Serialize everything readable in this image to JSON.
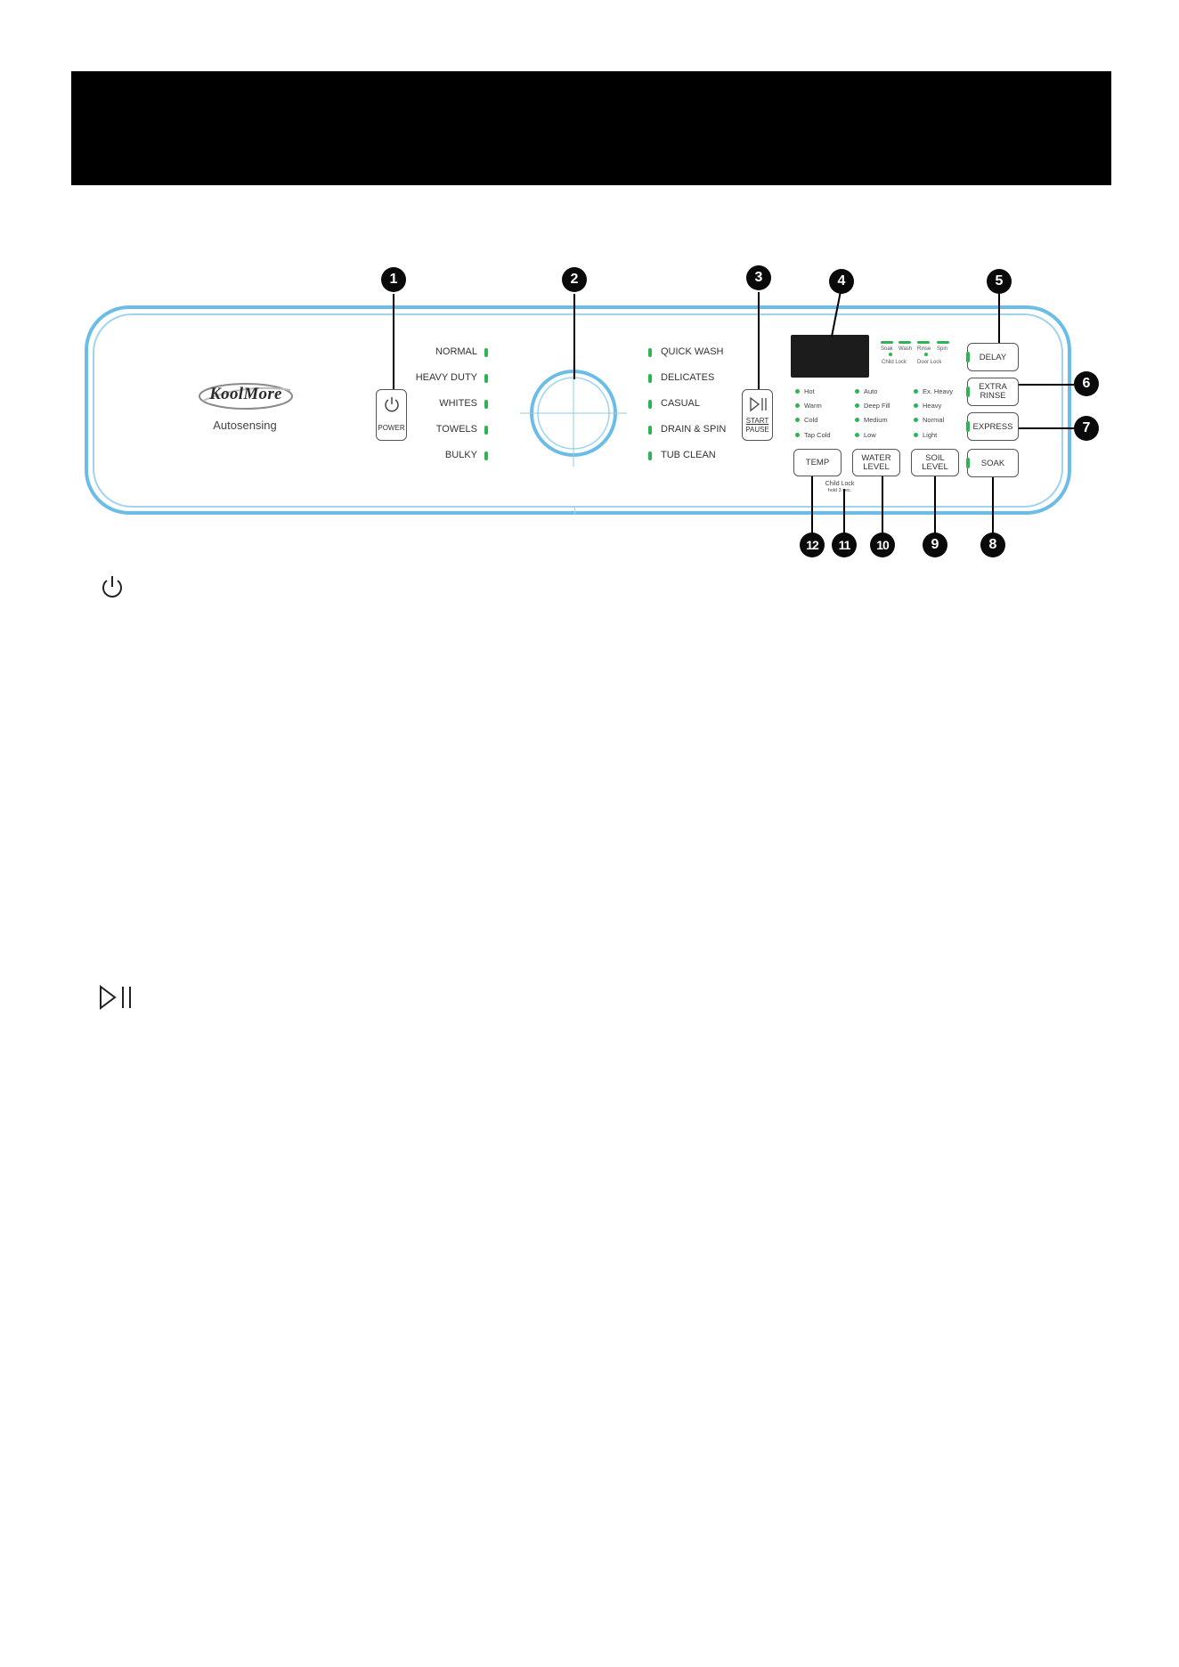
{
  "brand": {
    "name": "KoolMore",
    "subtitle": "Autosensing"
  },
  "programs_left": [
    "NORMAL",
    "HEAVY DUTY",
    "WHITES",
    "TOWELS",
    "BULKY"
  ],
  "programs_right": [
    "QUICK WASH",
    "DELICATES",
    "CASUAL",
    "DRAIN & SPIN",
    "TUB CLEAN"
  ],
  "buttons": {
    "power": "POWER",
    "start_line1": "START",
    "start_line2": "PAUSE",
    "delay": "DELAY",
    "extra_rinse_1": "EXTRA",
    "extra_rinse_2": "RINSE",
    "express": "EXPRESS",
    "soak": "SOAK",
    "temp": "TEMP",
    "water_1": "WATER",
    "water_2": "LEVEL",
    "soil_1": "SOIL",
    "soil_2": "LEVEL"
  },
  "stages": [
    "Soak",
    "Wash",
    "Rinse",
    "Spin"
  ],
  "locks": [
    "Child Lock",
    "Door Lock"
  ],
  "temp_options": [
    "Hot",
    "Warm",
    "Cold",
    "Tap Cold"
  ],
  "water_options": [
    "Auto",
    "Deep Fill",
    "Medium",
    "Low"
  ],
  "soil_options": [
    "Ex. Heavy",
    "Heavy",
    "Normal",
    "Light"
  ],
  "child_lock": {
    "label": "Child Lock",
    "hold": "hold 3 sec."
  },
  "callouts": [
    "1",
    "2",
    "3",
    "4",
    "5",
    "6",
    "7",
    "8",
    "9",
    "10",
    "11",
    "12"
  ],
  "icons": {
    "power": "power-icon",
    "start_pause": "play-pause-icon"
  },
  "colors": {
    "led": "#2eb355",
    "panel_border": "#6bbde8",
    "header": "#000000"
  }
}
